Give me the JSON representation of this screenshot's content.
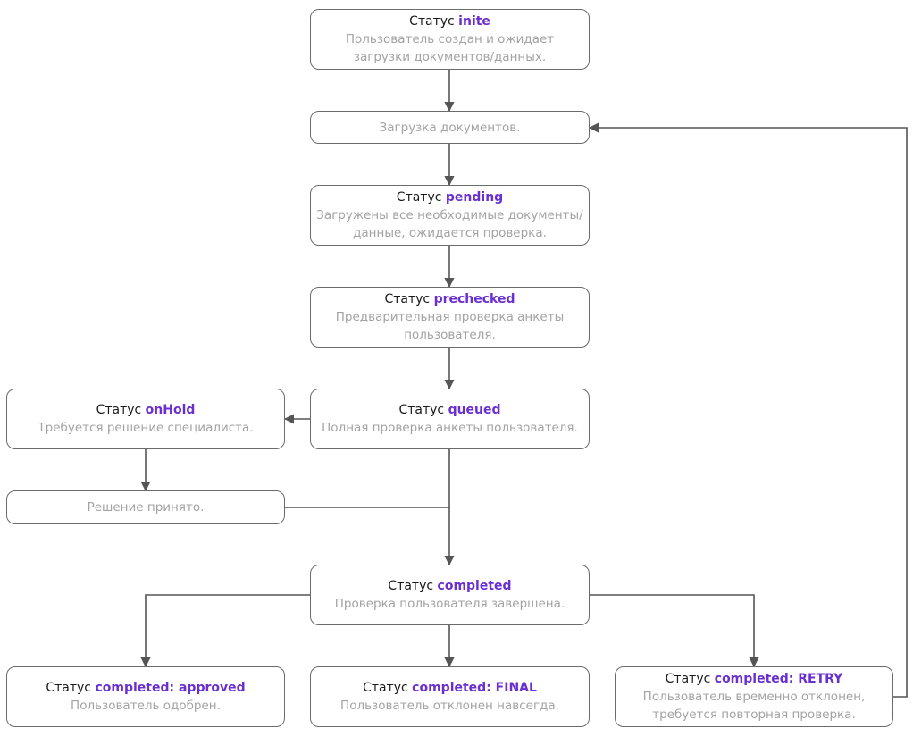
{
  "colors": {
    "border": "#6b6b6b",
    "title_text": "#1a1a1a",
    "status_code": "#6a2fd0",
    "description_text": "#a3a3a3",
    "connector": "#555555"
  },
  "nodes": {
    "inite": {
      "prefix": "Статус",
      "code": "inite",
      "desc": "Пользователь создан и ожидает загрузки документов/данных."
    },
    "upload": {
      "desc": "Загрузка документов."
    },
    "pending": {
      "prefix": "Статус",
      "code": "pending",
      "desc": "Загружены все необходимые документы/ данные, ожидается проверка."
    },
    "prechecked": {
      "prefix": "Статус",
      "code": "prechecked",
      "desc": "Предварительная проверка анкеты пользователя."
    },
    "queued": {
      "prefix": "Статус",
      "code": "queued",
      "desc": "Полная проверка анкеты пользователя."
    },
    "onhold": {
      "prefix": "Статус",
      "code": "onHold",
      "desc": "Требуется решение специалиста."
    },
    "decision": {
      "desc": "Решение принято."
    },
    "completed": {
      "prefix": "Статус",
      "code": "completed",
      "desc": "Проверка пользователя завершена."
    },
    "approved": {
      "prefix": "Статус",
      "code": "completed: approved",
      "desc": "Пользователь одобрен."
    },
    "final": {
      "prefix": "Статус",
      "code": "completed: FINAL",
      "desc": "Пользователь отклонен навсегда."
    },
    "retry": {
      "prefix": "Статус",
      "code": "completed: RETRY",
      "desc": "Пользователь временно отклонен, требуется повторная проверка."
    }
  }
}
